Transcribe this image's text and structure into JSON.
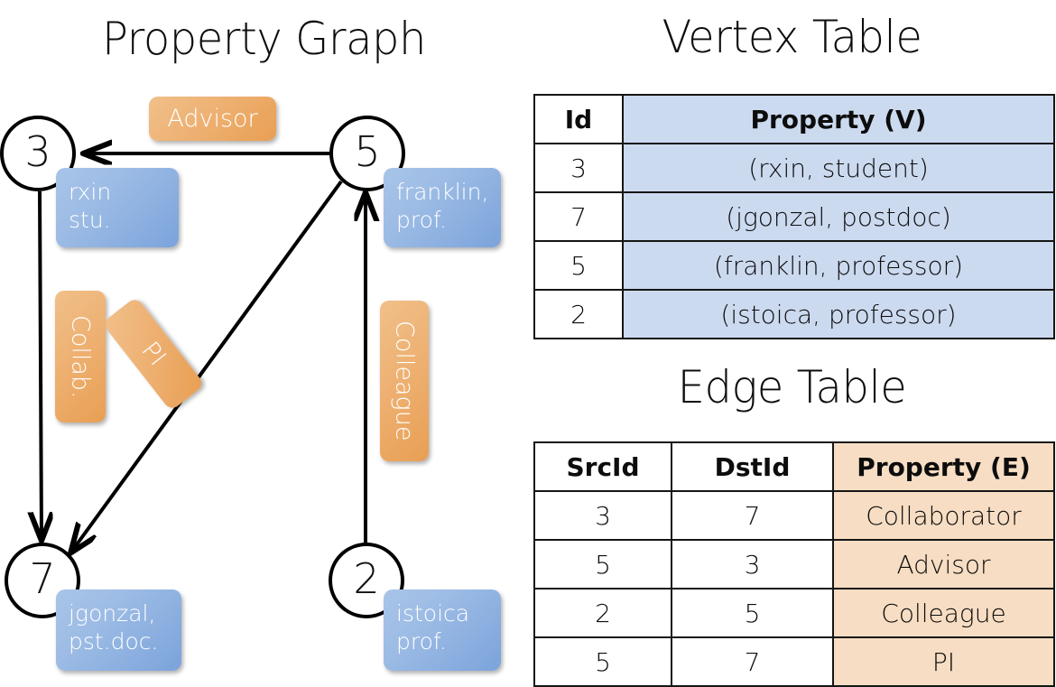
{
  "titles": {
    "property_graph": "Property Graph",
    "vertex_table": "Vertex Table",
    "edge_table": "Edge Table"
  },
  "colors": {
    "vertex_property_fill": "#ccdaf0",
    "edge_property_fill": "#f7ddc3",
    "node_badge_blue": "#7ba3db",
    "edge_badge_orange": "#e89f53",
    "stroke": "#000000",
    "background": "#ffffff"
  },
  "graph": {
    "nodes": [
      {
        "id": "3",
        "property_line1": "rxin",
        "property_line2": "stu."
      },
      {
        "id": "5",
        "property_line1": "franklin,",
        "property_line2": "prof."
      },
      {
        "id": "7",
        "property_line1": "jgonzal,",
        "property_line2": "pst.doc."
      },
      {
        "id": "2",
        "property_line1": "istoica",
        "property_line2": "prof."
      }
    ],
    "edge_labels": [
      {
        "label": "Advisor",
        "orientation": "horizontal"
      },
      {
        "label": "Collab.",
        "orientation": "vertical"
      },
      {
        "label": "PI",
        "orientation": "rotated"
      },
      {
        "label": "Colleague",
        "orientation": "vertical"
      }
    ],
    "edges": [
      {
        "src": "5",
        "dst": "3",
        "label": "Advisor"
      },
      {
        "src": "3",
        "dst": "7",
        "label": "Collab."
      },
      {
        "src": "5",
        "dst": "7",
        "label": "PI"
      },
      {
        "src": "2",
        "dst": "5",
        "label": "Colleague"
      }
    ]
  },
  "vertex_table": {
    "headers": [
      "Id",
      "Property (V)"
    ],
    "rows": [
      {
        "id": "3",
        "property": "(rxin, student)"
      },
      {
        "id": "7",
        "property": "(jgonzal, postdoc)"
      },
      {
        "id": "5",
        "property": "(franklin, professor)"
      },
      {
        "id": "2",
        "property": "(istoica, professor)"
      }
    ]
  },
  "edge_table": {
    "headers": [
      "SrcId",
      "DstId",
      "Property (E)"
    ],
    "rows": [
      {
        "src": "3",
        "dst": "7",
        "property": "Collaborator"
      },
      {
        "src": "5",
        "dst": "3",
        "property": "Advisor"
      },
      {
        "src": "2",
        "dst": "5",
        "property": "Colleague"
      },
      {
        "src": "5",
        "dst": "7",
        "property": "PI"
      }
    ]
  }
}
